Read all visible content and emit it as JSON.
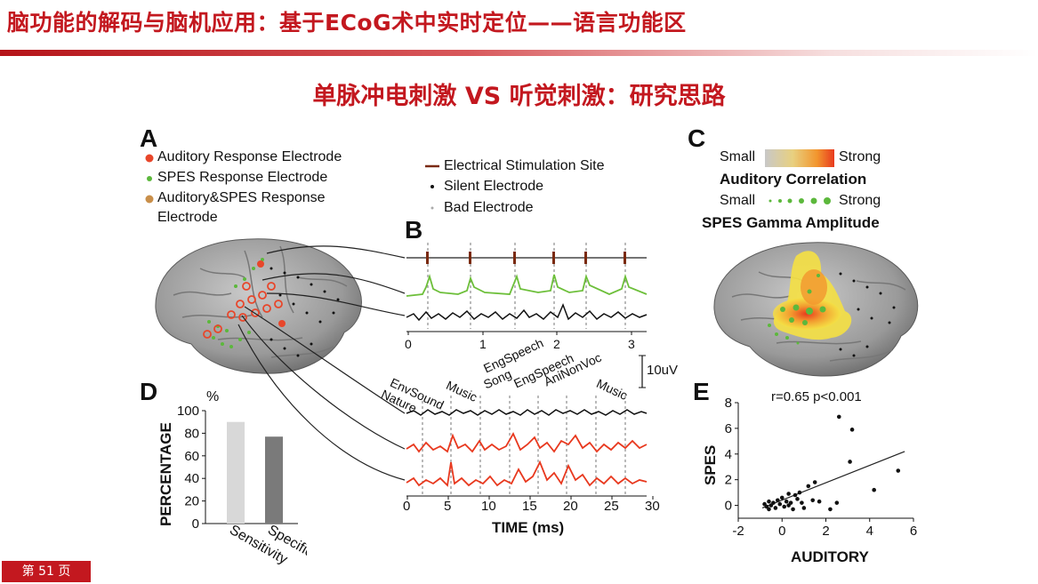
{
  "slide": {
    "title": "脑功能的解码与脑机应用：基于ECoG术中实时定位——语言功能区",
    "subtitle": "单脉冲电刺激 VS 听觉刺激：研究思路",
    "page_label": "第 51 页"
  },
  "panel_a": {
    "letter": "A",
    "legend": [
      {
        "label": "Auditory Response Electrode",
        "color": "#e8462a"
      },
      {
        "label": "SPES Response Electrode",
        "color": "#5cb83c"
      },
      {
        "label": "Auditory&SPES Response",
        "label2": "Electrode",
        "color": "#c98f4a"
      }
    ]
  },
  "panel_b": {
    "letter": "B",
    "legend": [
      {
        "label": "Electrical Stimulation Site",
        "color": "#7a2a10"
      },
      {
        "label": "Silent Electrode",
        "color": "#111111"
      },
      {
        "label": "Bad Electrode",
        "color": "#aaaaaa"
      }
    ],
    "top_axis_ticks": [
      "0",
      "1",
      "2",
      "3"
    ],
    "scale_bar": "10uV",
    "bottom_axis_ticks": [
      "0",
      "5",
      "10",
      "15",
      "20",
      "25",
      "30"
    ],
    "xlabel": "TIME (ms)",
    "stimulus_labels": [
      "EnvSound",
      "Nature",
      "Music",
      "EngSpeech",
      "Song",
      "EngSpeech",
      "AniNonVoc",
      "Music"
    ]
  },
  "panel_c": {
    "letter": "C",
    "scale1_small": "Small",
    "scale1_strong": "Strong",
    "scale1_title": "Auditory Correlation",
    "scale2_small": "Small",
    "scale2_strong": "Strong",
    "scale2_title": "SPES Gamma Amplitude"
  },
  "colors": {
    "accent_red": "#c3181f",
    "auditory": "#e8462a",
    "spes": "#5cb83c",
    "bar_sensitivity": "#d8d8d8",
    "bar_specificity": "#7a7a7a",
    "scatter_point": "#111111"
  },
  "chart_data": [
    {
      "panel": "D",
      "type": "bar",
      "categories": [
        "Sensitivity",
        "Specificity"
      ],
      "values": [
        90,
        77
      ],
      "ylabel": "PERCENTAGE",
      "unit_label": "%",
      "yticks": [
        "0",
        "20",
        "40",
        "60",
        "80",
        "100"
      ],
      "ylim": [
        0,
        100
      ]
    },
    {
      "panel": "E",
      "type": "scatter",
      "annotation": "r=0.65  p<0.001",
      "xlabel": "AUDITORY",
      "ylabel": "SPES",
      "xlim": [
        -2,
        6
      ],
      "ylim": [
        -1,
        8
      ],
      "xticks": [
        "-2",
        "0",
        "2",
        "4",
        "6"
      ],
      "yticks": [
        "0",
        "2",
        "4",
        "6",
        "8"
      ],
      "points": [
        [
          -0.8,
          0.1
        ],
        [
          -0.7,
          -0.1
        ],
        [
          -0.6,
          0.3
        ],
        [
          -0.5,
          0.0
        ],
        [
          -0.4,
          0.2
        ],
        [
          -0.3,
          -0.2
        ],
        [
          -0.2,
          0.4
        ],
        [
          -0.1,
          0.1
        ],
        [
          0.0,
          0.6
        ],
        [
          0.1,
          -0.1
        ],
        [
          0.2,
          0.3
        ],
        [
          0.3,
          0.0
        ],
        [
          0.4,
          0.2
        ],
        [
          0.5,
          -0.3
        ],
        [
          0.6,
          0.8
        ],
        [
          0.7,
          0.5
        ],
        [
          0.8,
          1.0
        ],
        [
          0.9,
          0.2
        ],
        [
          1.0,
          -0.2
        ],
        [
          1.2,
          1.5
        ],
        [
          1.4,
          0.4
        ],
        [
          1.5,
          1.8
        ],
        [
          1.7,
          0.3
        ],
        [
          2.2,
          -0.3
        ],
        [
          2.5,
          0.2
        ],
        [
          2.6,
          6.9
        ],
        [
          3.1,
          3.4
        ],
        [
          3.2,
          5.9
        ],
        [
          4.2,
          1.2
        ],
        [
          5.3,
          2.7
        ],
        [
          -0.6,
          -0.3
        ],
        [
          0.3,
          0.9
        ]
      ],
      "fit_line": {
        "x": [
          -0.9,
          5.6
        ],
        "y": [
          -0.2,
          4.2
        ]
      }
    }
  ]
}
